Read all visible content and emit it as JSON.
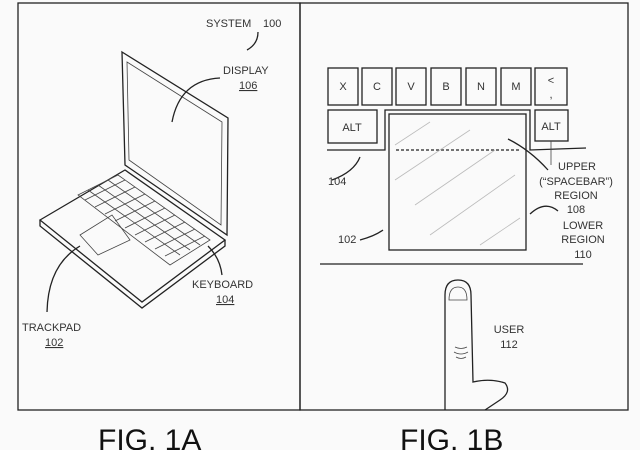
{
  "fig1a": {
    "caption": "FIG. 1A",
    "system_label": "SYSTEM",
    "system_ref": "100",
    "display_label": "DISPLAY",
    "display_ref": "106",
    "keyboard_label": "KEYBOARD",
    "keyboard_ref": "104",
    "trackpad_label": "TRACKPAD",
    "trackpad_ref": "102"
  },
  "fig1b": {
    "caption": "FIG. 1B",
    "keys": [
      "X",
      "C",
      "V",
      "B",
      "N",
      "M",
      "<"
    ],
    "comma_key_sub": ",",
    "alt_left": "ALT",
    "alt_right": "ALT",
    "keyboard_ref": "104",
    "trackpad_ref": "102",
    "upper_region": [
      "UPPER",
      "(“SPACEBAR”)",
      "REGION",
      "108"
    ],
    "lower_region": [
      "LOWER",
      "REGION",
      "110"
    ],
    "user_label": "USER",
    "user_ref": "112"
  }
}
